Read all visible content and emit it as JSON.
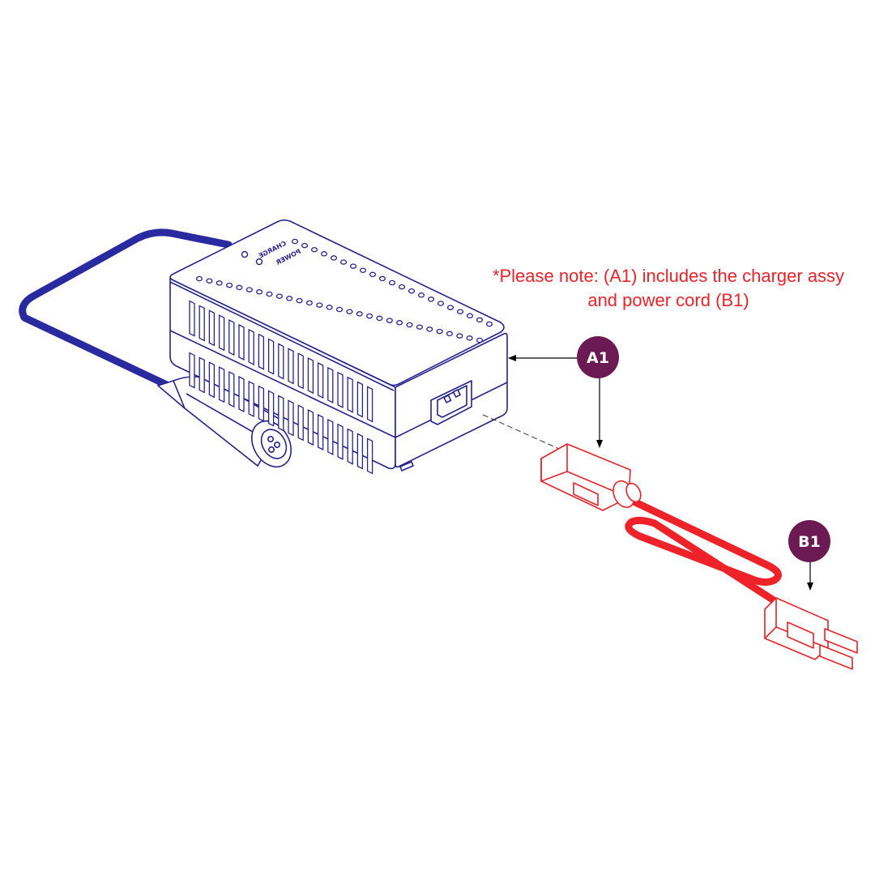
{
  "note": {
    "line1": "*Please note: (A1) includes the charger assy",
    "line2": "and power cord (B1)"
  },
  "charger": {
    "label_power": "POWER",
    "label_charge": "CHARGE"
  },
  "callouts": [
    {
      "id": "A1",
      "label": "A1"
    },
    {
      "id": "B1",
      "label": "B1"
    }
  ],
  "colors": {
    "charger_line": "#25238c",
    "charger_cable": "#2a2aa0",
    "cord": "#ee2229",
    "cord_line": "#e52329",
    "callout_fill": "#6b1a54",
    "note_text": "#ee2229",
    "leader": "#000000"
  }
}
